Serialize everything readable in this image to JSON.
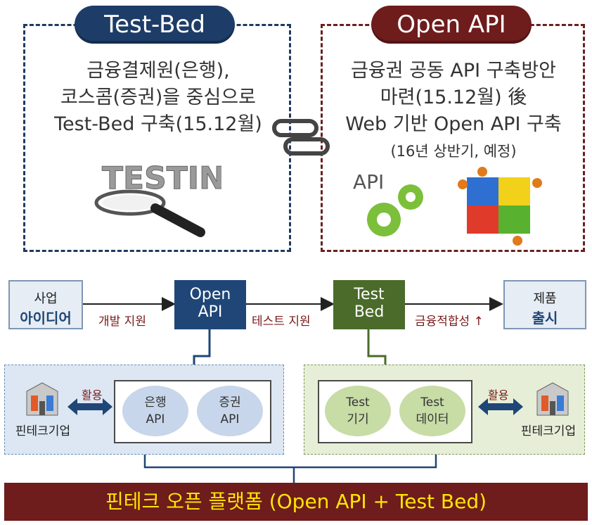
{
  "testbed_panel": {
    "title": "Test-Bed",
    "line1": "금융결제원(은행),",
    "line2": "코스콤(증권)을 중심으로",
    "line3": "Test-Bed 구축(15.12월)",
    "image_word": "TESTING"
  },
  "openapi_panel": {
    "title": "Open API",
    "line1": "금융권 공동 API 구축방안",
    "line2": "마련(15.12월) 後",
    "line3": "Web 기반 Open API 구축",
    "line4": "(16년 상반기, 예정)",
    "gear_label": "API"
  },
  "flow": {
    "idea_line1": "사업",
    "idea_line2": "아이디어",
    "openapi_line1": "Open",
    "openapi_line2": "API",
    "testbed_line1": "Test",
    "testbed_line2": "Bed",
    "product_line1": "제품",
    "product_line2": "출시",
    "arrow1_label": "개발 지원",
    "arrow2_label": "테스트 지원",
    "arrow3_label": "금융적합성 ↑"
  },
  "left_group": {
    "company_label": "핀테크기업",
    "use_label": "활용",
    "api1_line1": "은행",
    "api1_line2": "API",
    "api2_line1": "증권",
    "api2_line2": "API"
  },
  "right_group": {
    "company_label": "핀테크기업",
    "use_label": "활용",
    "test1_line1": "Test",
    "test1_line2": "기기",
    "test2_line1": "Test",
    "test2_line2": "데이터"
  },
  "platform_bar": {
    "label": "핀테크 오픈 플랫폼 (Open API + Test Bed)"
  },
  "colors": {
    "navy": "#1d3d68",
    "maroon": "#6e1c1c",
    "green": "#4a6b2a",
    "yellow_text": "#ffe600"
  }
}
